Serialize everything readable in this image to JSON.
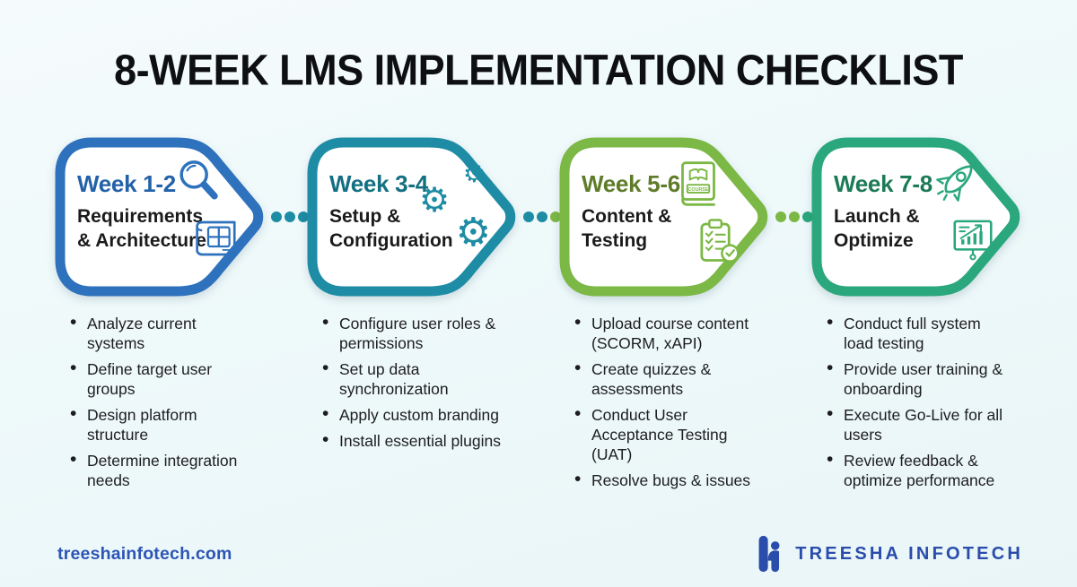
{
  "title": "8-WEEK LMS IMPLEMENTATION CHECKLIST",
  "phases": [
    {
      "week": "Week 1-2",
      "name": "Requirements\n& Architecture",
      "color": "#2e72bd",
      "week_color": "#2361a8",
      "icons": [
        "magnifier-icon",
        "blueprint-icon"
      ],
      "tasks": [
        "Analyze current\nsystems",
        "Define target user\ngroups",
        "Design platform\nstructure",
        "Determine integration\nneeds"
      ]
    },
    {
      "week": "Week 3-4",
      "name": "Setup &\nConfiguration",
      "color": "#1d8ca4",
      "week_color": "#137082",
      "icons": [
        "gears-icon"
      ],
      "gear_glyph": "⚙",
      "tasks": [
        "Configure user roles &\npermissions",
        "Set up data\nsynchronization",
        "Apply custom branding",
        "Install essential plugins"
      ]
    },
    {
      "week": "Week 5-6",
      "name": "Content &\nTesting",
      "color": "#7cb845",
      "week_color": "#5e7c2a",
      "icons": [
        "course-book-icon",
        "checklist-icon"
      ],
      "course_label": "COURSE",
      "tasks": [
        "Upload course content\n(SCORM, xAPI)",
        "Create quizzes &\nassessments",
        "Conduct User\nAcceptance Testing\n(UAT)",
        "Resolve bugs & issues"
      ]
    },
    {
      "week": "Week 7-8",
      "name": "Launch &\nOptimize",
      "color": "#2aa77c",
      "week_color": "#1c7a56",
      "icons": [
        "rocket-icon",
        "chart-board-icon"
      ],
      "tasks": [
        "Conduct full system\nload testing",
        "Provide user training &\nonboarding",
        "Execute Go-Live for all\nusers",
        "Review feedback &\noptimize performance"
      ]
    }
  ],
  "connectors": [
    {
      "dots": [
        "#1d8ca4",
        "#1d8ca4",
        "#1d8ca4"
      ]
    },
    {
      "dots": [
        "#1d8ca4",
        "#1d8ca4",
        "#7cb845"
      ]
    },
    {
      "dots": [
        "#7cb845",
        "#7cb845",
        "#2aa77c"
      ]
    }
  ],
  "footer": {
    "website": "treeshainfotech.com",
    "website_color": "#2d55b5",
    "brand": "TREESHA INFOTECH",
    "brand_color": "#2a4cab"
  }
}
